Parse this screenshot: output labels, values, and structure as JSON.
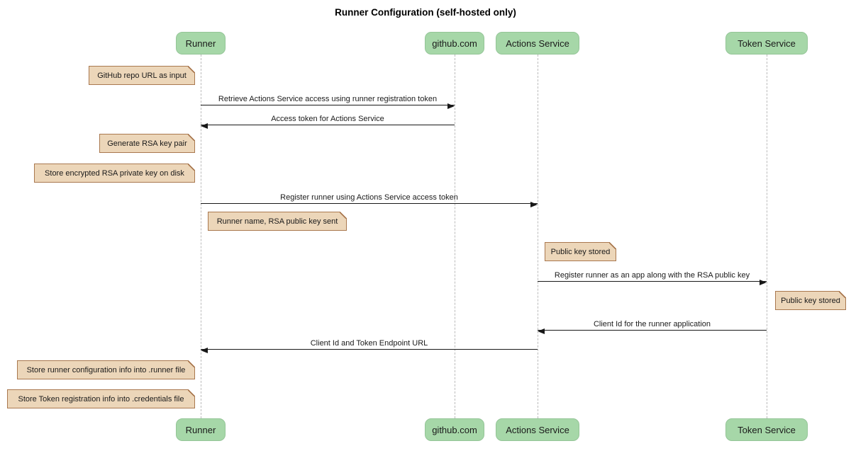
{
  "diagram": {
    "type": "sequence-diagram",
    "title": "Runner Configuration (self-hosted only)",
    "colors": {
      "background": "#ffffff",
      "participant_fill": "#a6d7a8",
      "participant_border": "#94c597",
      "note_fill": "#ecd6b9",
      "note_border": "#a9784f",
      "lifeline": "#bbbbbb",
      "arrow": "#181818",
      "text": "#1a1a1a"
    },
    "participants": [
      {
        "id": "runner",
        "label": "Runner"
      },
      {
        "id": "github",
        "label": "github.com"
      },
      {
        "id": "actions-service",
        "label": "Actions Service"
      },
      {
        "id": "token-service",
        "label": "Token Service"
      }
    ],
    "messages": [
      {
        "from": "runner",
        "to": "github",
        "direction": "right",
        "label": "Retrieve Actions Service access using runner registration token"
      },
      {
        "from": "github",
        "to": "runner",
        "direction": "left",
        "label": "Access token for Actions Service"
      },
      {
        "from": "runner",
        "to": "actions-service",
        "direction": "right",
        "label": "Register runner using Actions Service access token"
      },
      {
        "from": "actions-service",
        "to": "token-service",
        "direction": "right",
        "label": "Register runner as an app along with the RSA public key"
      },
      {
        "from": "token-service",
        "to": "actions-service",
        "direction": "left",
        "label": "Client Id for the runner application"
      },
      {
        "from": "actions-service",
        "to": "runner",
        "direction": "left",
        "label": "Client Id and Token Endpoint URL"
      }
    ],
    "notes": [
      {
        "anchor": "runner",
        "side": "left",
        "label": "GitHub repo URL as input"
      },
      {
        "anchor": "runner",
        "side": "left",
        "label": "Generate RSA key pair"
      },
      {
        "anchor": "runner",
        "side": "left",
        "label": "Store encrypted RSA private key on disk"
      },
      {
        "anchor": "runner",
        "side": "right",
        "label": "Runner name, RSA public key sent"
      },
      {
        "anchor": "actions-service",
        "side": "right",
        "label": "Public key stored"
      },
      {
        "anchor": "token-service",
        "side": "right",
        "label": "Public key stored"
      },
      {
        "anchor": "runner",
        "side": "left",
        "label": "Store runner configuration info into .runner file"
      },
      {
        "anchor": "runner",
        "side": "left",
        "label": "Store Token registration info into .credentials file"
      }
    ]
  }
}
